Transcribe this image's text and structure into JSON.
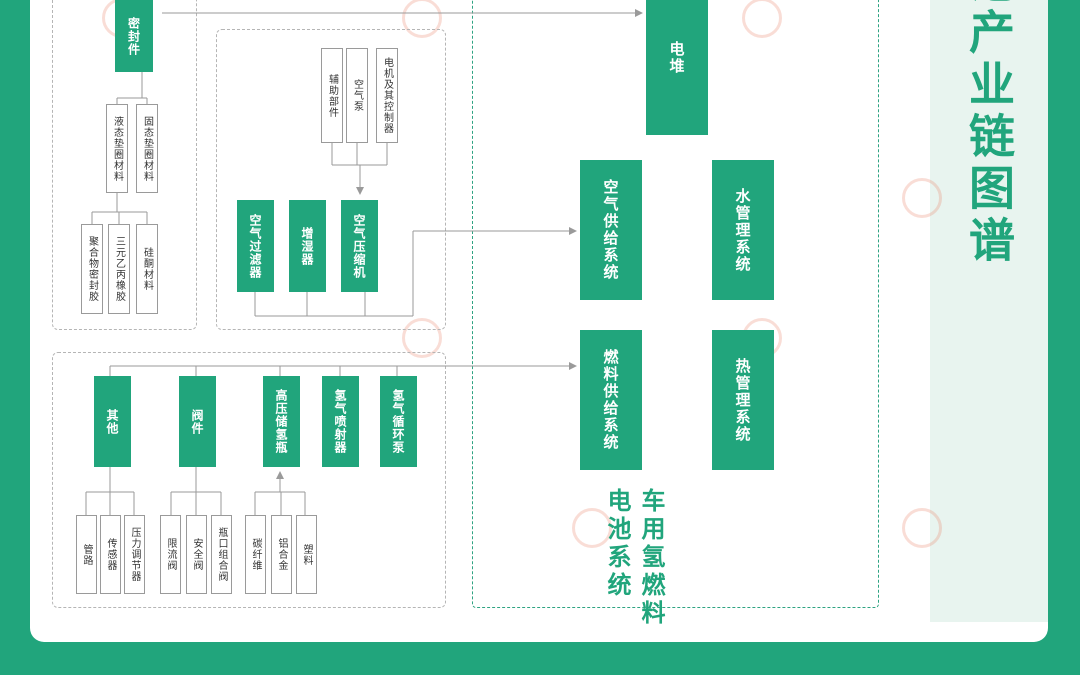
{
  "title": "池产业链图谱",
  "subtitle_vertical": "车用氢燃料电池系统",
  "colors": {
    "accent": "#21a57c",
    "background": "#21a57c",
    "leaf_border": "#9a9a9a"
  },
  "core": {
    "stack": "电堆",
    "air_supply": "空气供给系统",
    "water_mgmt": "水管理系统",
    "fuel_supply": "燃料供给系统",
    "thermal_mgmt": "热管理系统"
  },
  "seal": {
    "label": "密封件",
    "sub": [
      "液态垫圈材料",
      "固态垫圈材料"
    ],
    "materials": [
      "聚合物密封胶",
      "三元乙丙橡胶",
      "硅酮材料"
    ]
  },
  "air": {
    "components": [
      "空气过滤器",
      "增湿器",
      "空气压缩机"
    ],
    "compressor_parts": [
      "辅助部件",
      "空气泵",
      "电机及其控制器"
    ]
  },
  "fuel": {
    "components": [
      "其他",
      "阀件",
      "高压储氢瓶",
      "氢气喷射器",
      "氢气循环泵"
    ],
    "others": [
      "管路",
      "传感器",
      "压力调节器"
    ],
    "valves": [
      "限流阀",
      "安全阀",
      "瓶口组合阀"
    ],
    "tank": [
      "碳纤维",
      "铝合金",
      "塑料"
    ]
  }
}
